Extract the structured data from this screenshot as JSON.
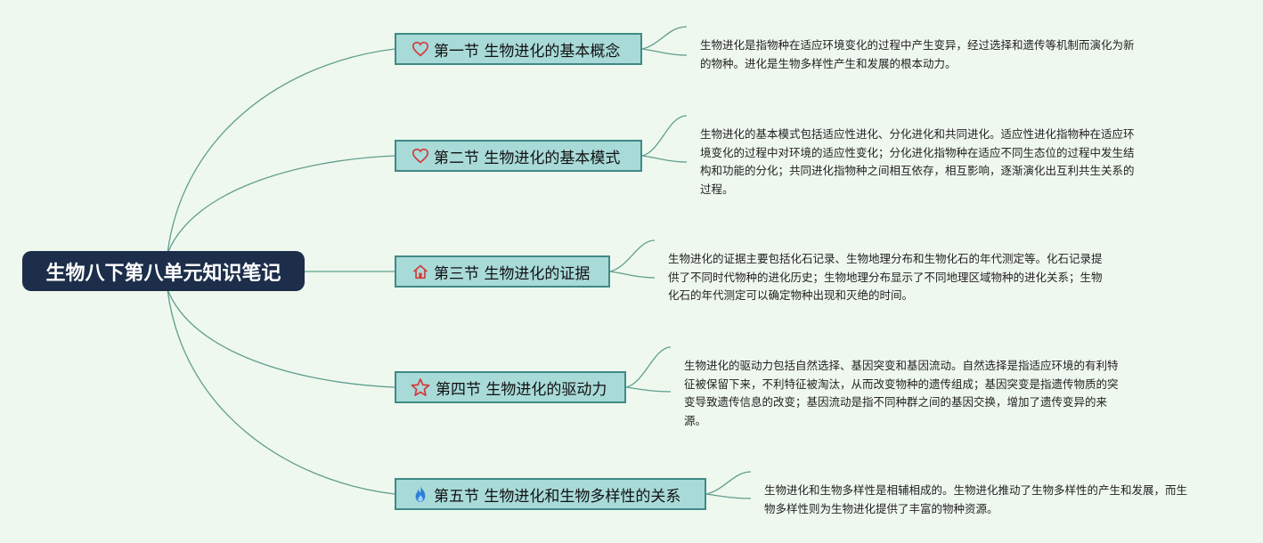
{
  "root": {
    "title": "生物八下第八单元知识笔记"
  },
  "branches": [
    {
      "icon": "heart-icon",
      "label": "第一节 生物进化的基本概念",
      "text": "生物进化是指物种在适应环境变化的过程中产生变异，经过选择和遗传等机制而演化为新的物种。进化是生物多样性产生和发展的根本动力。"
    },
    {
      "icon": "heart-icon",
      "label": "第二节 生物进化的基本模式",
      "text": "生物进化的基本模式包括适应性进化、分化进化和共同进化。适应性进化指物种在适应环境变化的过程中对环境的适应性变化；分化进化指物种在适应不同生态位的过程中发生结构和功能的分化；共同进化指物种之间相互依存，相互影响，逐渐演化出互利共生关系的过程。"
    },
    {
      "icon": "home-icon",
      "label": "第三节 生物进化的证据",
      "text": "生物进化的证据主要包括化石记录、生物地理分布和生物化石的年代测定等。化石记录提供了不同时代物种的进化历史；生物地理分布显示了不同地理区域物种的进化关系；生物化石的年代测定可以确定物种出现和灭绝的时间。"
    },
    {
      "icon": "star-icon",
      "label": "第四节 生物进化的驱动力",
      "text": "生物进化的驱动力包括自然选择、基因突变和基因流动。自然选择是指适应环境的有利特征被保留下来，不利特征被淘汰，从而改变物种的遗传组成；基因突变是指遗传物质的突变导致遗传信息的改变；基因流动是指不同种群之间的基因交换，增加了遗传变异的来源。"
    },
    {
      "icon": "flame-icon",
      "label": "第五节 生物进化和生物多样性的关系",
      "text": "生物进化和生物多样性是相辅相成的。生物进化推动了生物多样性的产生和发展，而生物多样性则为生物进化提供了丰富的物种资源。"
    }
  ],
  "colors": {
    "background": "#eff8ee",
    "root_fill": "#1c2e4a",
    "branch_fill": "#a8dad8",
    "branch_border": "#3e8a86",
    "connector": "#5f9e8f",
    "icon_red": "#d23a3a",
    "icon_blue": "#2f7fd6"
  }
}
